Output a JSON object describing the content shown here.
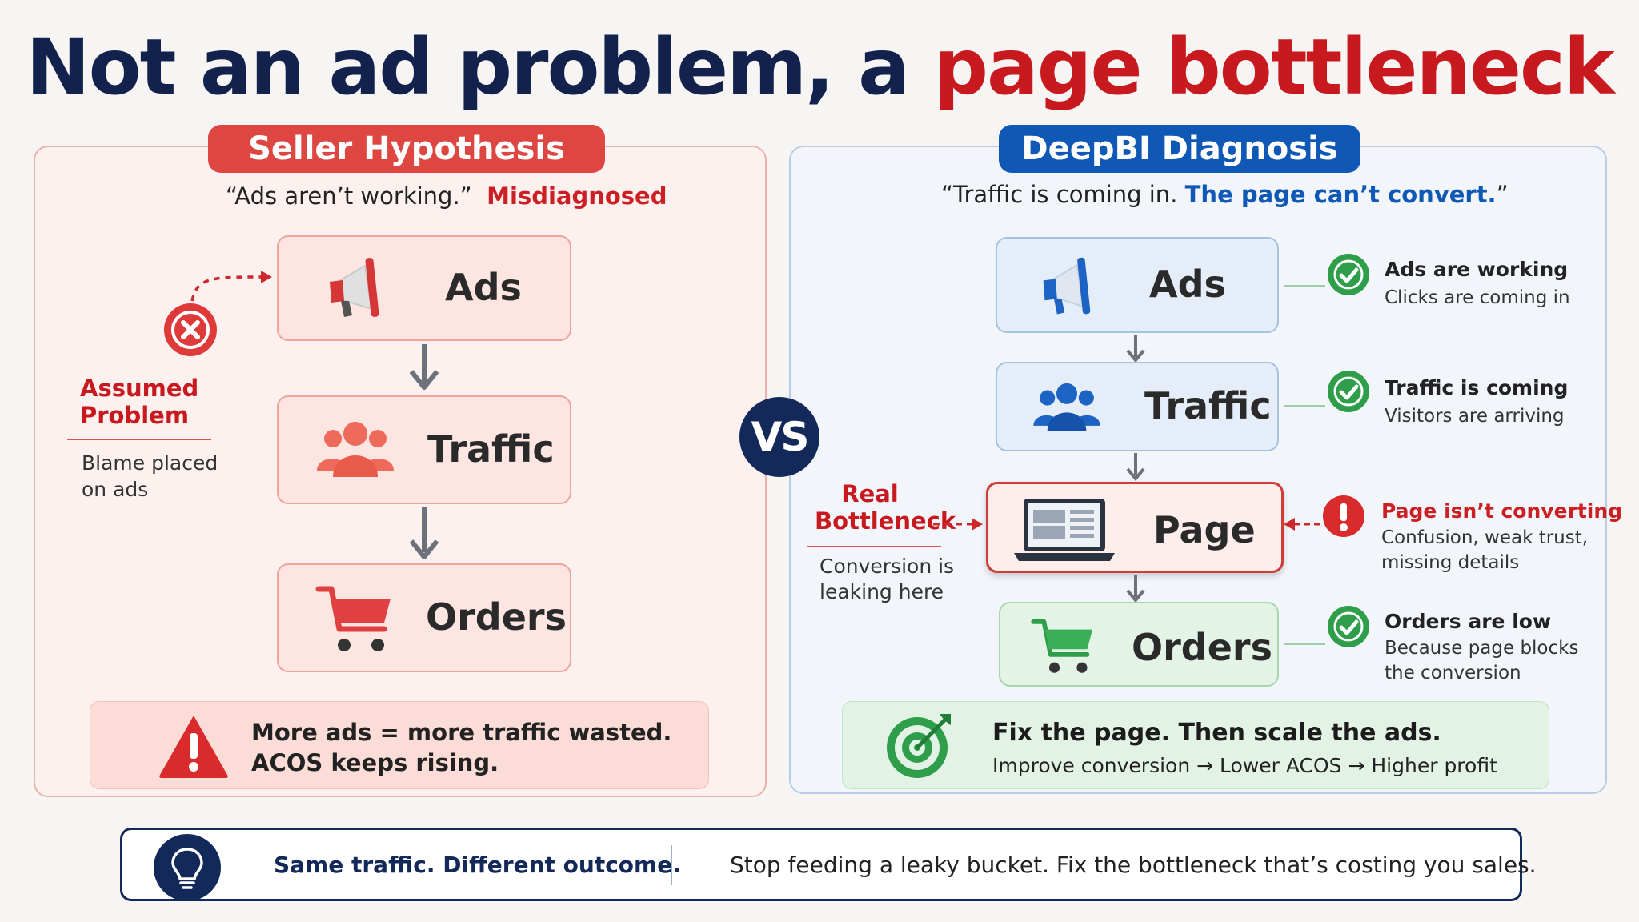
{
  "title": {
    "part1": "Not an ad problem, a ",
    "part2": "page bottleneck"
  },
  "left": {
    "header": "Seller Hypothesis",
    "quote": "“Ads aren’t working.”",
    "quote_tag": "Misdiagnosed",
    "boxes": [
      "Ads",
      "Traffic",
      "Orders"
    ],
    "assumed_line1": "Assumed",
    "assumed_line2": "Problem",
    "blame_line1": "Blame placed",
    "blame_line2": "on ads",
    "warn_line1": "More ads = more traffic wasted.",
    "warn_line2": "ACOS keeps rising."
  },
  "vs": "VS",
  "right": {
    "header": "DeepBI Diagnosis",
    "quote_start": "“Traffic is coming in. ",
    "quote_highlight": "The page can’t convert.",
    "quote_end": "”",
    "boxes": [
      "Ads",
      "Traffic",
      "Page",
      "Orders"
    ],
    "real_line1": "Real",
    "real_line2": "Bottleneck",
    "leak_line1": "Conversion is",
    "leak_line2": "leaking here",
    "status": [
      {
        "title": "Ads are working",
        "sub1": "Clicks are coming in",
        "sub2": ""
      },
      {
        "title": "Traffic is coming",
        "sub1": "Visitors are arriving",
        "sub2": ""
      },
      {
        "title": "Page isn’t converting",
        "sub1": "Confusion, weak trust,",
        "sub2": "missing details"
      },
      {
        "title": "Orders are low",
        "sub1": "Because page blocks",
        "sub2": "the conversion"
      }
    ],
    "fix_title": "Fix the page. Then scale the ads.",
    "fix_sub": "Improve conversion → Lower ACOS → Higher profit"
  },
  "bottom": {
    "left": "Same traffic. Different outcome.",
    "right": "Stop feeding a leaky bucket. Fix the bottleneck that’s costing you sales."
  },
  "colors": {
    "navy": "#13295a",
    "red": "#c8191e",
    "blue": "#1058b6",
    "green": "#2e9e4a",
    "icon_red": "#e8554f",
    "icon_blue": "#1d63c4"
  },
  "icons": [
    "megaphone-icon",
    "people-icon",
    "cart-icon",
    "x-circle-icon",
    "warning-icon",
    "laptop-icon",
    "check-icon",
    "exclamation-icon",
    "target-icon",
    "lightbulb-icon"
  ]
}
